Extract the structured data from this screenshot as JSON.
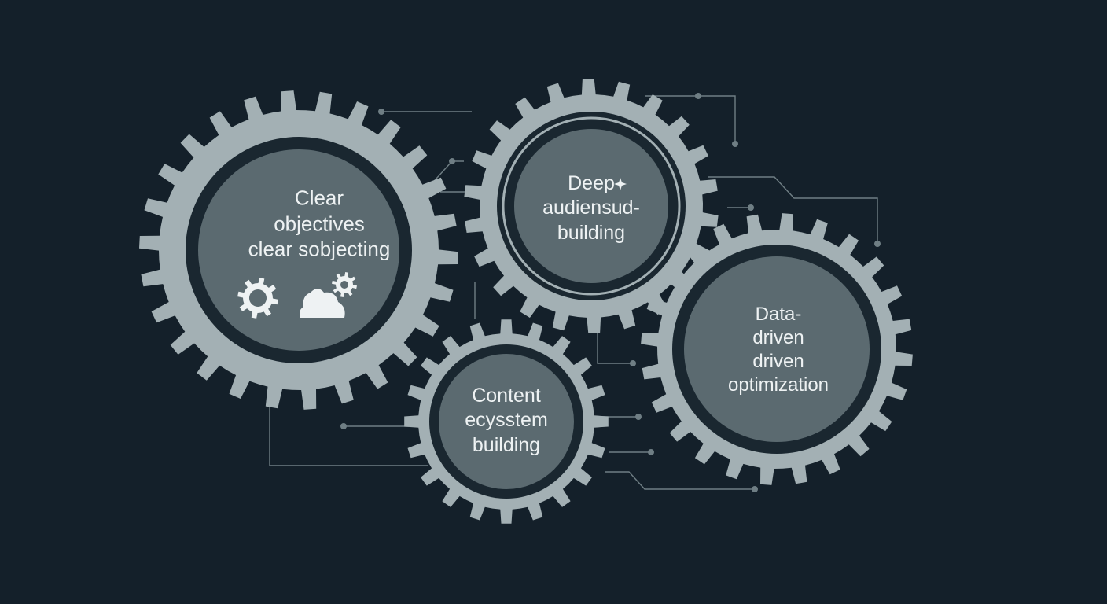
{
  "colors": {
    "background": "#14202a",
    "gear_teeth": "#a3b0b4",
    "gear_ring": "#1a2730",
    "gear_inner": "#5b6a70",
    "connector": "#6f7e84",
    "label_text": "#eef2f3"
  },
  "gears": [
    {
      "id": "clear-objectives",
      "lines": [
        "Clear",
        "objectives",
        "clear sobjecting"
      ],
      "icons": [
        "gear-icon",
        "cloud-icon",
        "small-gear-icon"
      ]
    },
    {
      "id": "deep-audience",
      "lines": [
        "Deep",
        "audiensud-",
        "building"
      ],
      "icons": [
        "sparkle-icon"
      ]
    },
    {
      "id": "content-ecosystem",
      "lines": [
        "Content",
        "ecysstem",
        "building"
      ],
      "icons": []
    },
    {
      "id": "data-driven",
      "lines": [
        "Data-",
        "driven",
        "driven",
        "optimization"
      ],
      "icons": []
    }
  ]
}
